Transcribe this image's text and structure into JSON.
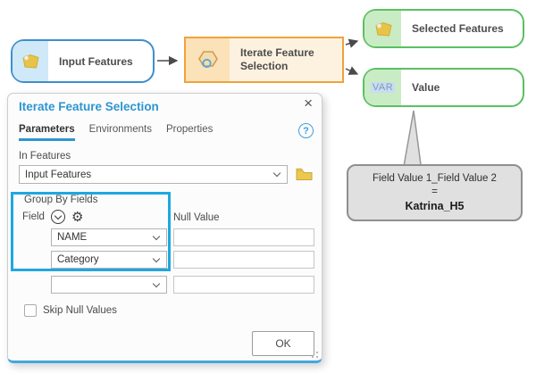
{
  "model": {
    "nodes": {
      "input_features": {
        "label": "Input Features"
      },
      "iterator": {
        "label_line1": "Iterate Feature",
        "label_line2": "Selection"
      },
      "selected_features": {
        "label": "Selected Features"
      },
      "value": {
        "label": "Value",
        "var_badge": "VAR"
      }
    },
    "callout": {
      "line1": "Field Value 1_Field Value 2",
      "line2": "=",
      "line3": "Katrina_H5"
    }
  },
  "dialog": {
    "title": "Iterate Feature Selection",
    "close_label": "×",
    "help_label": "?",
    "tabs": [
      {
        "label": "Parameters"
      },
      {
        "label": "Environments"
      },
      {
        "label": "Properties"
      }
    ],
    "in_features": {
      "label": "In Features",
      "value": "Input Features"
    },
    "group_by": {
      "section_label": "Group By Fields",
      "field_header": "Field",
      "gear_icon_glyph": "⚙",
      "null_value_header": "Null Value",
      "rows": [
        {
          "field": "NAME",
          "null_value": ""
        },
        {
          "field": "Category",
          "null_value": ""
        },
        {
          "field": "",
          "null_value": ""
        }
      ]
    },
    "skip_null_values_label": "Skip Null Values",
    "ok_label": "OK"
  },
  "colors": {
    "input_border": "#3f8ecb",
    "input_icon_bg": "#cfe9f8",
    "tool_border": "#f0a23c",
    "tool_icon_bg": "#fbe2b8",
    "tool_body_bg": "#fdf2e0",
    "output_border": "#5bbf63",
    "output_icon_bg": "#c9ecc4",
    "var_bg": "#c6ddf4",
    "var_text": "#8298b6",
    "highlight": "#1fa8e0",
    "title_blue": "#2d95d0",
    "dialog_bottom": "#42a7dd",
    "help_blue": "#3f9fdf",
    "callout_bg": "#e0e0e0",
    "callout_border": "#8f8f8f",
    "arrow": "#4a4a4a"
  }
}
